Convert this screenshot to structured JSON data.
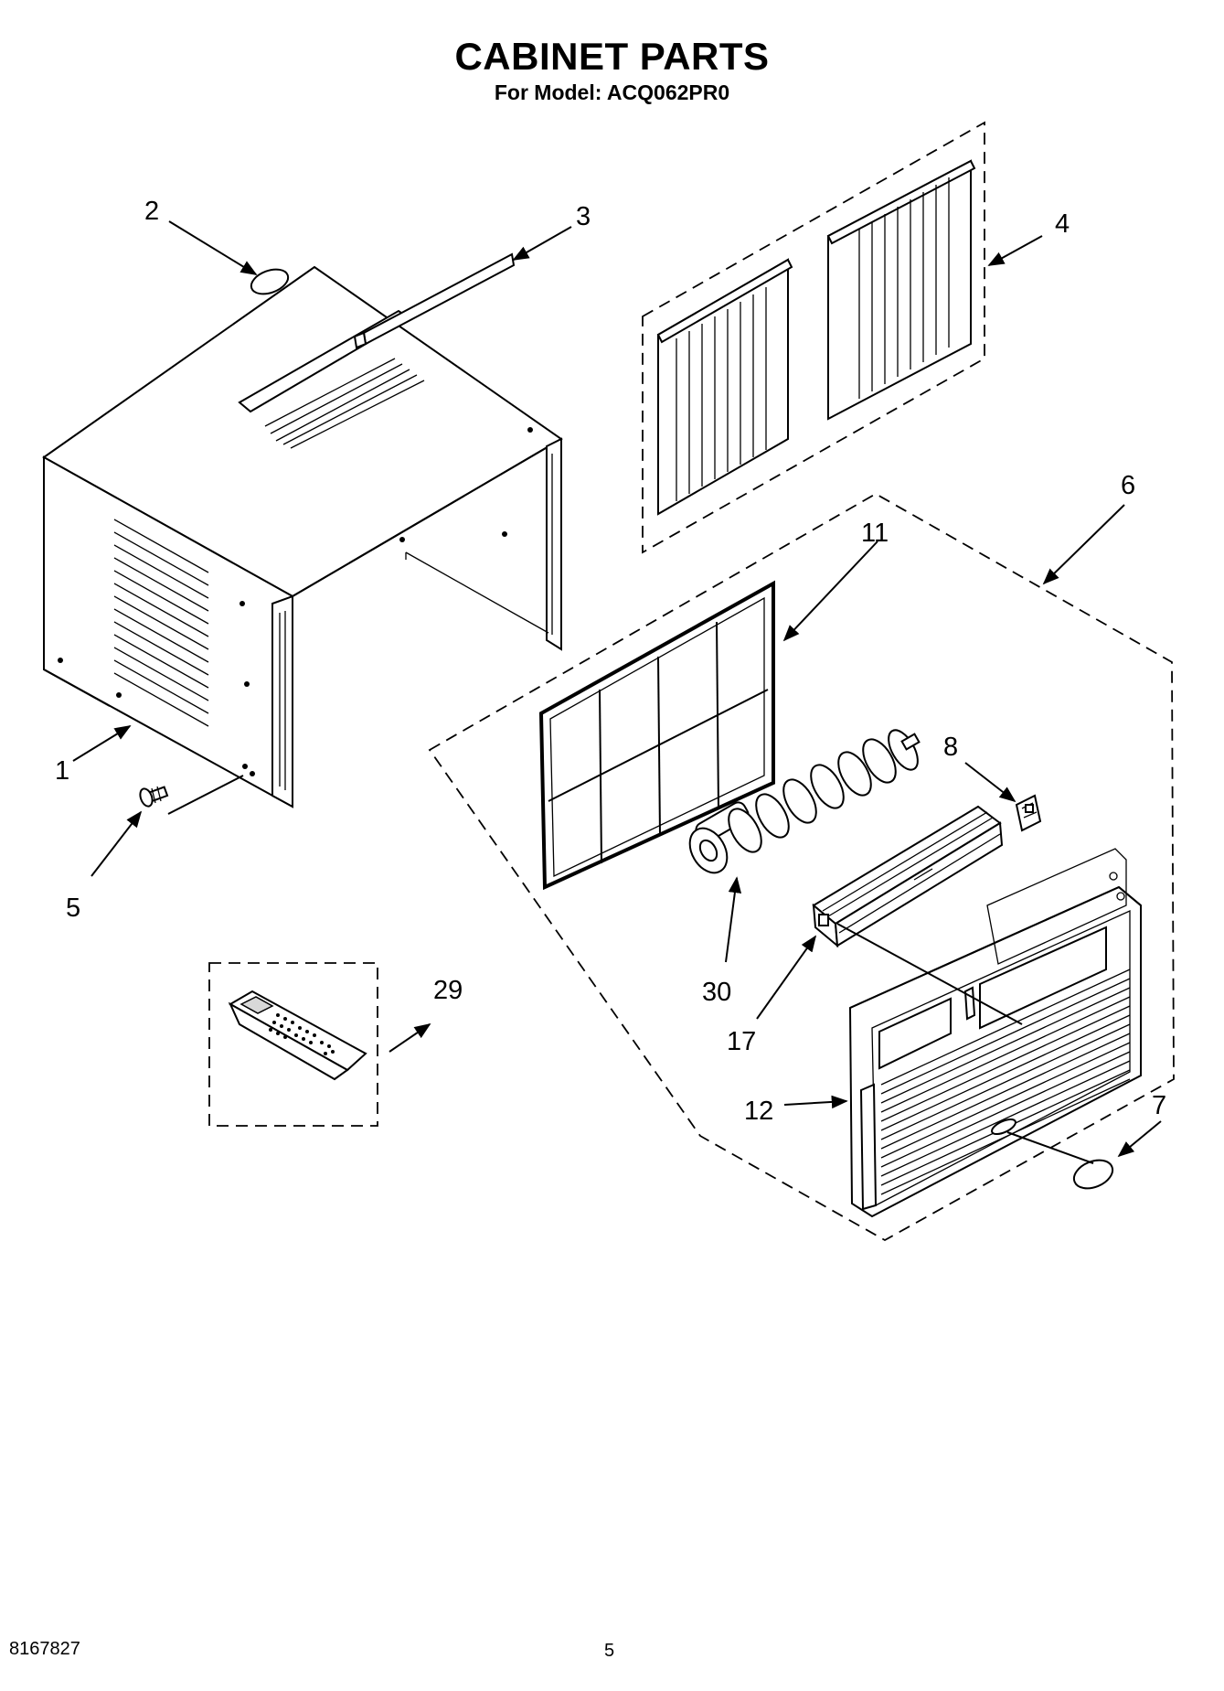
{
  "header": {
    "title": "CABINET PARTS",
    "subtitle": "For Model: ACQ062PR0"
  },
  "footer": {
    "doc_number": "8167827",
    "page_number": "5"
  },
  "callouts": {
    "c1": "1",
    "c2": "2",
    "c3": "3",
    "c4": "4",
    "c5": "5",
    "c6": "6",
    "c7": "7",
    "c8": "8",
    "c11": "11",
    "c12": "12",
    "c17": "17",
    "c29": "29",
    "c30": "30"
  }
}
